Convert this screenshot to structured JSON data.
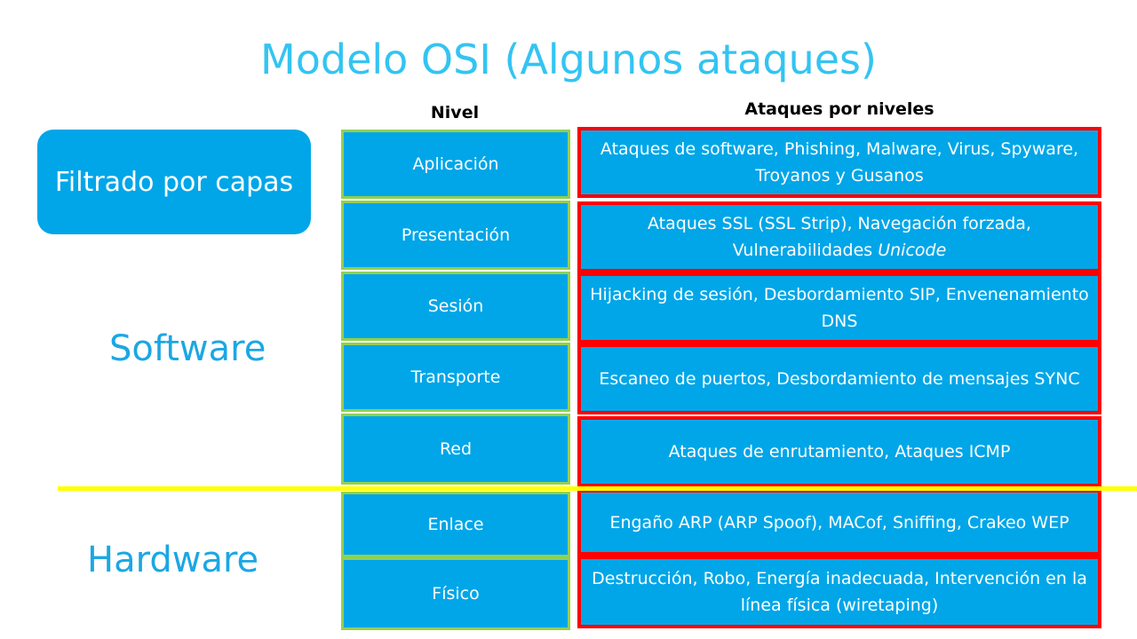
{
  "title": "Modelo OSI (Algunos ataques)",
  "headers": {
    "nivel": "Nivel",
    "ataques": "Ataques por niveles"
  },
  "filter_box": "Filtrado por capas",
  "groups": {
    "software": "Software",
    "hardware": "Hardware"
  },
  "levels": [
    "Aplicación",
    "Presentación",
    "Sesión",
    "Transporte",
    "Red",
    "Enlace",
    "Físico"
  ],
  "attacks": [
    "Ataques de software, Phishing, Malware, Virus, Spyware, Troyanos y Gusanos",
    "Ataques SSL (SSL Strip), Navegación forzada, Vulnerabilidades",
    "Hijacking de sesión, Desbordamiento SIP, Envenenamiento DNS",
    "Escaneo de puertos, Desbordamiento de mensajes SYNC",
    "Ataques de enrutamiento, Ataques ICMP",
    "Engaño ARP (ARP Spoof), MACof, Sniffing, Crakeo WEP",
    "Destrucción, Robo, Energía inadecuada, Intervención en la línea física (wiretaping)"
  ],
  "attack_presentacion_italic": "Unicode",
  "colors": {
    "title": "#33c4f2",
    "cell_fill": "#00a6e8",
    "level_border": "#92d050",
    "attack_border": "#ff0000",
    "divider": "#ffff00",
    "group_label": "#1ba7e4"
  }
}
